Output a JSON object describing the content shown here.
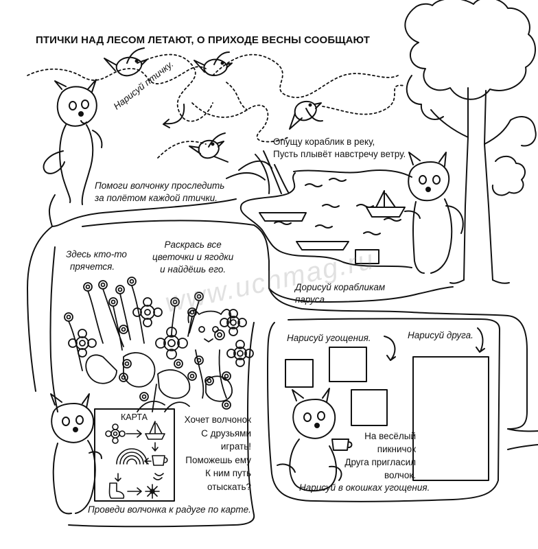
{
  "title": "ПТИЧКИ НАД ЛЕСОМ ЛЕТАЮТ, О ПРИХОДЕ ВЕСНЫ СООБЩАЮТ",
  "draw_bird_hint": "Нарисуй птичку.",
  "help_wolf": [
    "Помоги волчонку проследить",
    "за полётом каждой птички."
  ],
  "boat_poem": [
    "Опущу кораблик в реку,",
    "Пусть плывёт навстречу ветру."
  ],
  "someone_hides": [
    "Здесь кто-то",
    "прячется."
  ],
  "color_flowers": [
    "Раскрась все",
    "цветочки и ягодки",
    "и найдёшь его."
  ],
  "draw_sails": [
    "Дорисуй корабликам",
    "паруса."
  ],
  "draw_treats": "Нарисуй угощения.",
  "draw_friend": "Нарисуй друга.",
  "map_title": "КАРТА",
  "wolf_wants": [
    "Хочет волчонок",
    "С друзьями",
    "играть!",
    "Поможешь ему",
    "К ним путь",
    "отыскать?"
  ],
  "picnic": [
    "На весёлый",
    "пикничок",
    "Друга пригласил",
    "волчок."
  ],
  "draw_windows": "Нарисуй в окошках угощения.",
  "map_route": "Проведи волчонка к радуге по карте.",
  "watermark": "www.uchmag.ru",
  "colors": {
    "ink": "#111111",
    "paper": "#ffffff"
  }
}
